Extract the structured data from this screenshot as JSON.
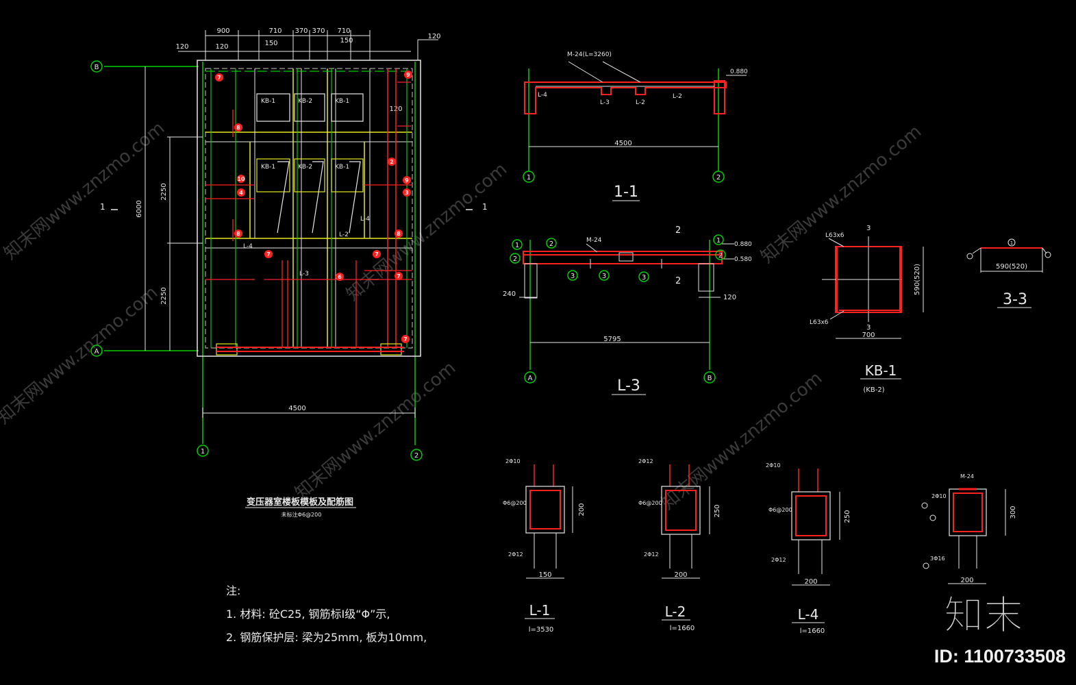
{
  "plan": {
    "dims_top": [
      "900",
      "710",
      "370",
      "370",
      "710",
      "120",
      "120",
      "120",
      "150",
      "150",
      "120"
    ],
    "dim_height": "6000",
    "dim_left_upper": "2250",
    "dim_left_lower": "2250",
    "dim_bottom": "4500",
    "axis_top": "B",
    "axis_bottom": "A",
    "axis_left": "1",
    "axis_right": "2",
    "section_left": "1",
    "section_right": "1",
    "panel_labels": [
      "KB-1",
      "KB-2",
      "KB-1",
      "KB-1",
      "KB-2",
      "KB-1"
    ],
    "beam_labels": [
      "L-4",
      "L-2",
      "L-3",
      "L-4"
    ],
    "markers": [
      "7",
      "8",
      "9",
      "10",
      "4",
      "8",
      "7",
      "6",
      "7",
      "2",
      "9",
      "3",
      "8",
      "7",
      "7"
    ],
    "title": "变压器室楼板模板及配筋图",
    "subtitle": "未标注Φ6@200"
  },
  "section_1_1": {
    "rebar_label": "M-24(L=3260)",
    "elevation": "0.880",
    "beam_labels": [
      "L-4",
      "L-3",
      "L-2",
      "L-2"
    ],
    "span": "4500",
    "axis_left": "1",
    "axis_right": "2",
    "title": "1-1"
  },
  "beam_L3": {
    "rebar_label": "M-24",
    "elev_top": "0.880",
    "elev_bottom": "0.580",
    "markers": [
      "1",
      "2",
      "2",
      "1",
      "2"
    ],
    "rebar_markers": [
      "3",
      "3",
      "3"
    ],
    "dim_left": "240",
    "dim_right": "120",
    "span": "5795",
    "section_label": "2",
    "axis_left": "A",
    "axis_right": "B",
    "title": "L-3"
  },
  "kb1": {
    "dim_width": "700",
    "dim_height": "590(520)",
    "angle_top": "L63x6",
    "angle_bottom": "L63x6",
    "cut": "3",
    "title": "KB-1",
    "subtitle": "(KB-2)"
  },
  "section_3_3": {
    "dim": "590(520)",
    "marker": "1",
    "title": "3-3"
  },
  "sections": [
    {
      "title": "L-1",
      "length": "l=3530",
      "top_bar": "2Φ10",
      "stirrup": "Φ6@200",
      "bottom_bar": "2Φ12",
      "width": "150",
      "height": "200"
    },
    {
      "title": "L-2",
      "length": "l=1660",
      "top_bar": "2Φ12",
      "stirrup": "Φ6@200",
      "bottom_bar": "2Φ12",
      "width": "200",
      "height": "250"
    },
    {
      "title": "L-4",
      "length": "l=1660",
      "top_bar": "2Φ10",
      "stirrup": "Φ6@200",
      "bottom_bar": "2Φ12",
      "width": "200",
      "height": "250"
    },
    {
      "title": "",
      "length": "",
      "top_bar": "2Φ10",
      "stirrup": "M-24",
      "bottom_bar": "3Φ16",
      "width": "200",
      "height": "300"
    }
  ],
  "notes": {
    "heading": "注:",
    "line1": "1. 材料: 砼C25, 钢筋标Ⅰ级“Φ”示,",
    "line2": "2. 钢筋保护层: 梁为25mm, 板为10mm,"
  },
  "brand": {
    "logo": "知末",
    "id": "ID: 1100733508",
    "watermark": "知末网www.znzmo.com"
  },
  "colors": {
    "background": "#000000",
    "green": "#00d000",
    "red": "#ff2020",
    "yellow": "#e8e820",
    "white": "#e8e8e8"
  }
}
